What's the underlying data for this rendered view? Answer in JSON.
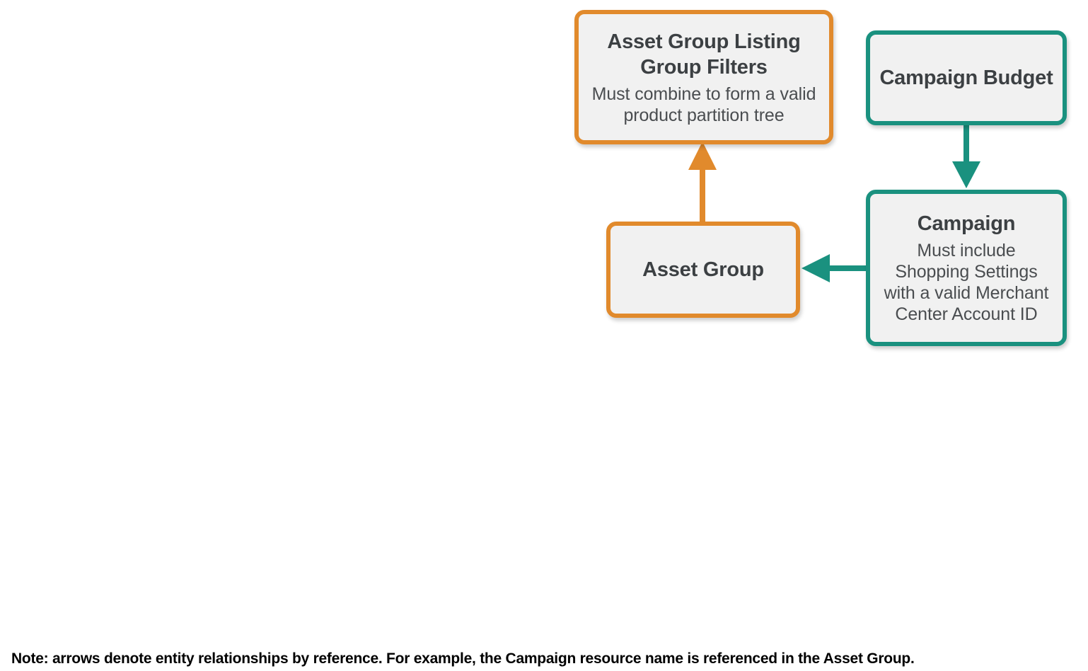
{
  "diagram": {
    "colors": {
      "orange": "#E18A2C",
      "teal": "#1A917F",
      "node_fill": "#F1F1F1",
      "text": "#3C4043",
      "background": "#FFFFFF",
      "note_text": "#000000"
    },
    "nodes": [
      {
        "id": "asset-group-listing-group-filters",
        "title": "Asset Group Listing Group Filters",
        "subtitle": "Must combine to form a valid product partition tree",
        "accent": "orange"
      },
      {
        "id": "campaign-budget",
        "title": "Campaign Budget",
        "subtitle": "",
        "accent": "teal"
      },
      {
        "id": "asset-group",
        "title": "Asset Group",
        "subtitle": "",
        "accent": "orange"
      },
      {
        "id": "campaign",
        "title": "Campaign",
        "subtitle": "Must include Shopping Settings with a valid Merchant Center Account ID",
        "accent": "teal"
      }
    ],
    "edges": [
      {
        "id": "asset-group-to-listing-group-filters",
        "from": "asset-group",
        "to": "asset-group-listing-group-filters",
        "direction": "up",
        "color": "orange"
      },
      {
        "id": "campaign-budget-to-campaign",
        "from": "campaign-budget",
        "to": "campaign",
        "direction": "down",
        "color": "teal"
      },
      {
        "id": "campaign-to-asset-group",
        "from": "campaign",
        "to": "asset-group",
        "direction": "left",
        "color": "teal"
      }
    ],
    "note": "Note: arrows denote entity relationships by reference. For example, the Campaign resource name is referenced in the Asset Group."
  }
}
